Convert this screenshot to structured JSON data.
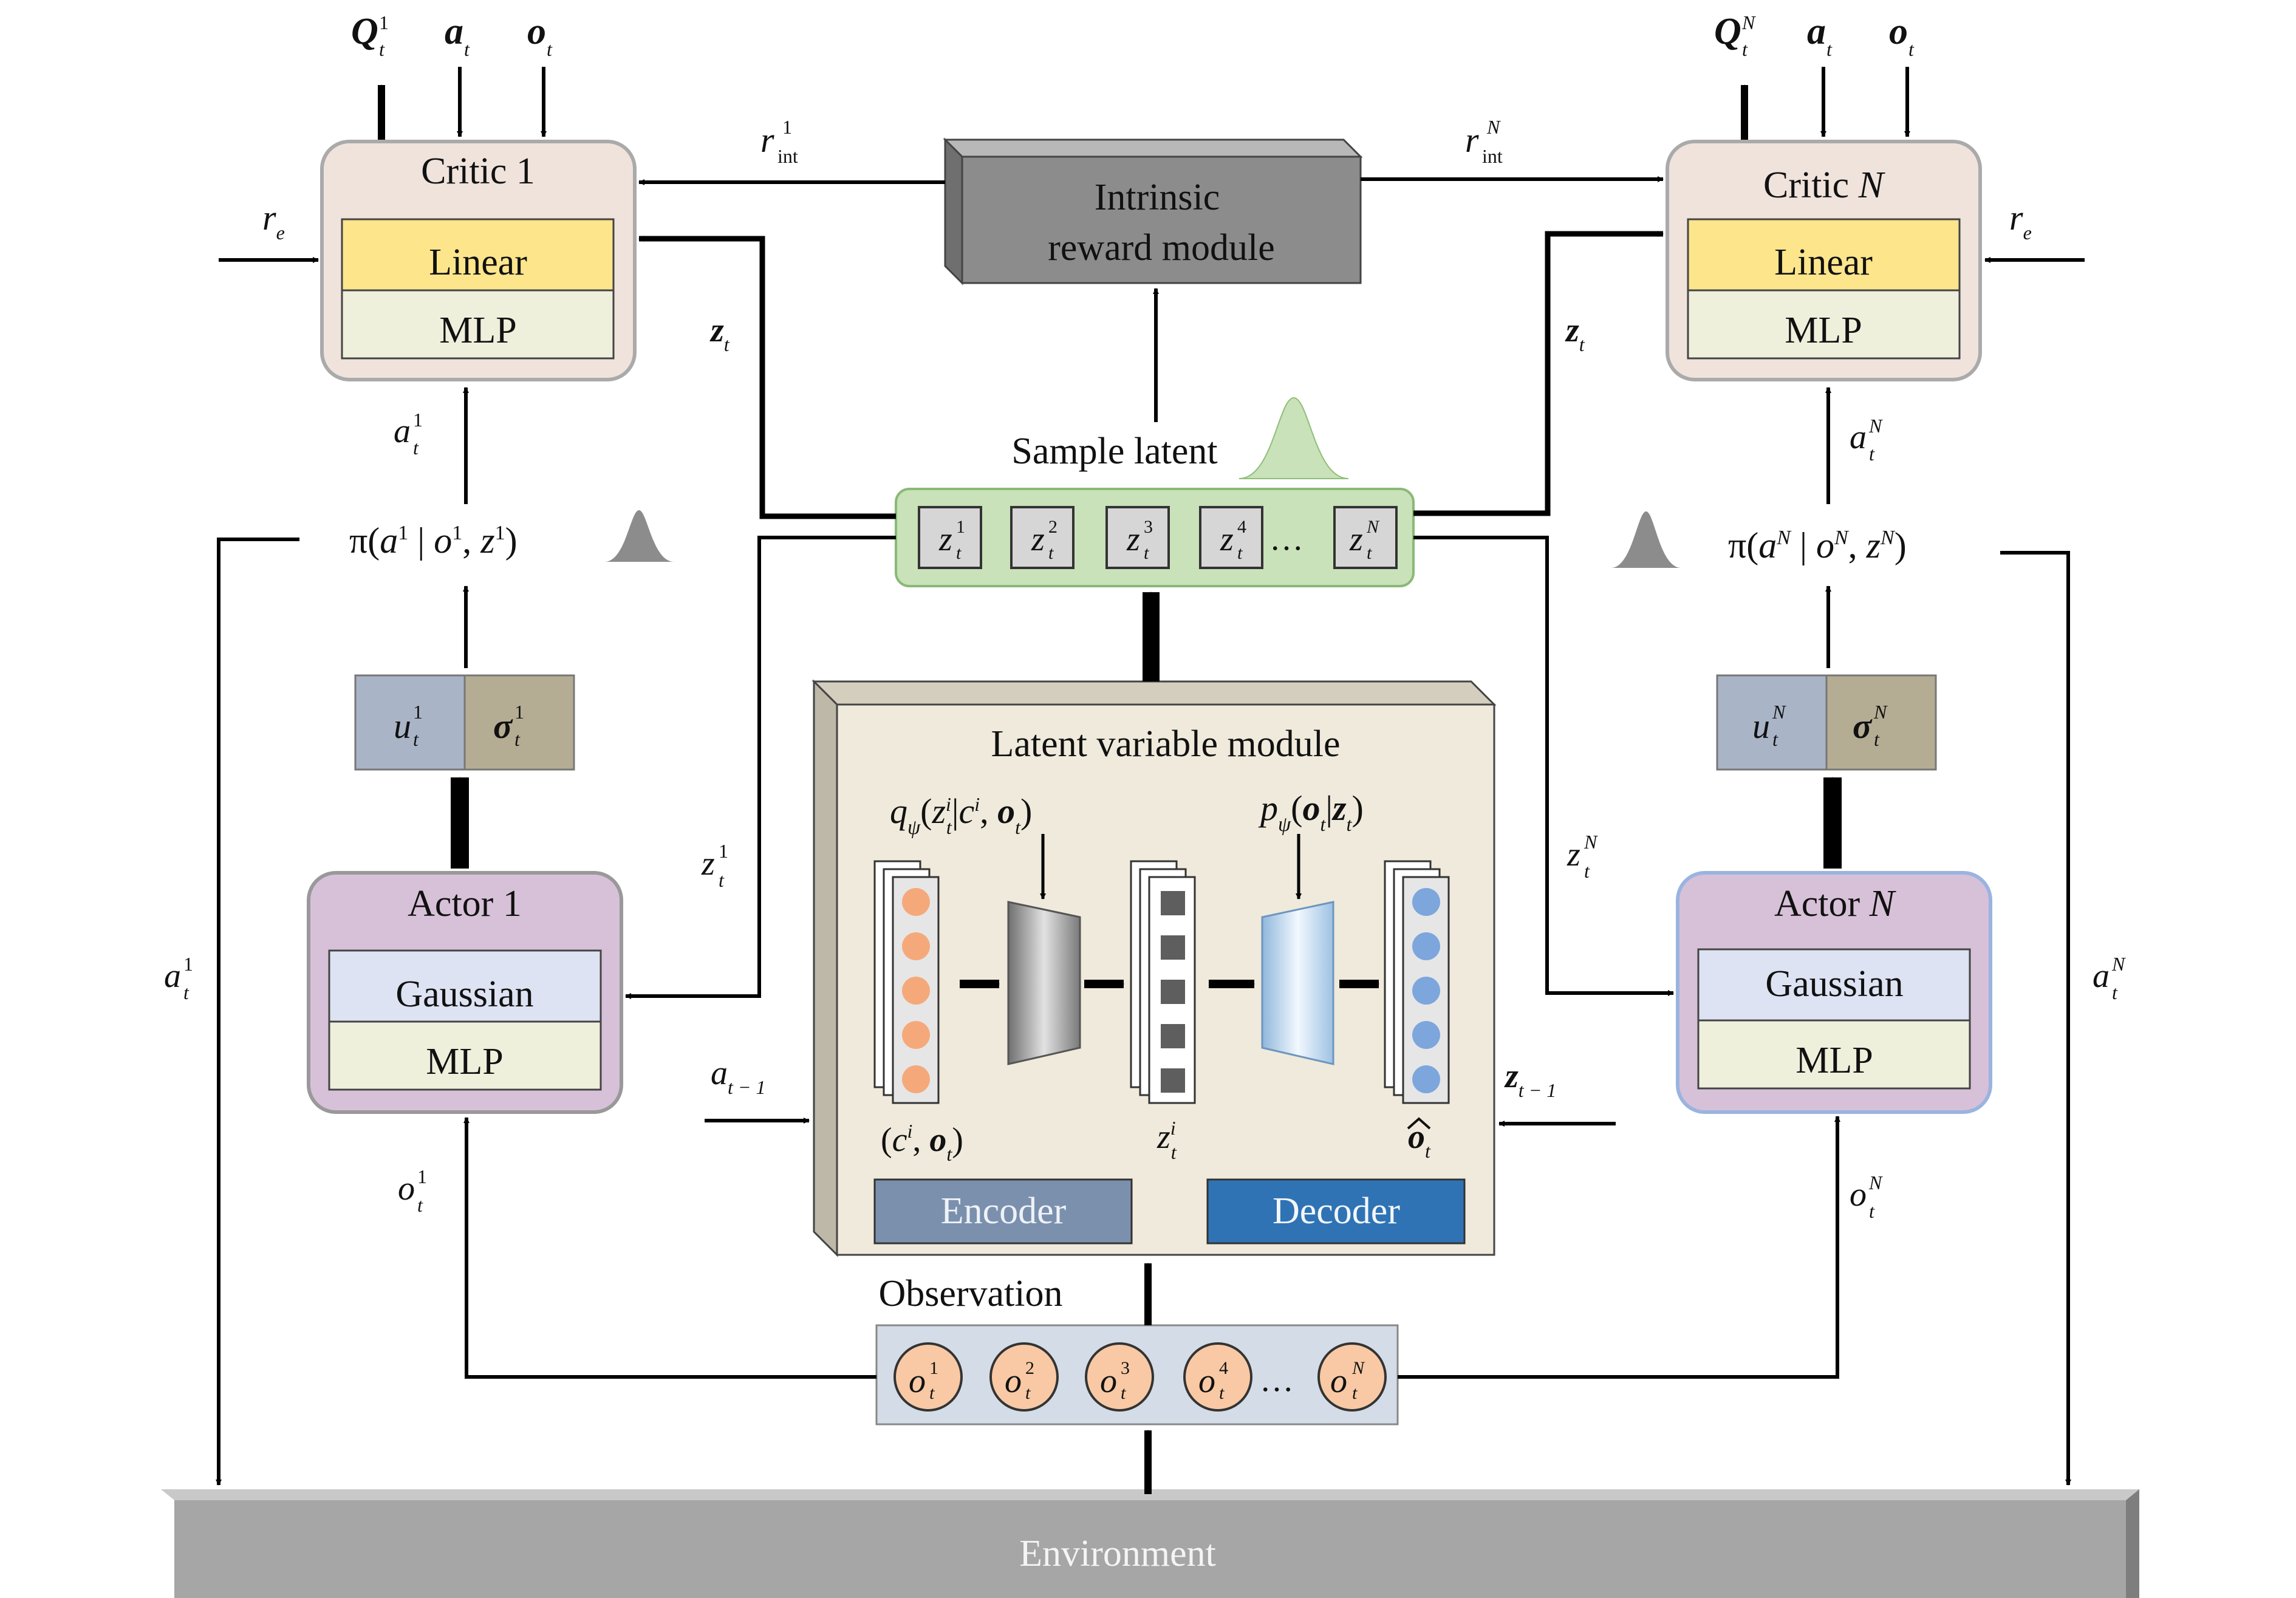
{
  "critic_left": {
    "title": "Critic 1",
    "linear": "Linear",
    "mlp": "MLP"
  },
  "critic_right": {
    "title": "Critic ",
    "title_n": "N",
    "linear": "Linear",
    "mlp": "MLP"
  },
  "intrinsic": {
    "line1": "Intrinsic",
    "line2": "reward module"
  },
  "sample_latent": {
    "label": "Sample latent",
    "ellipsis": "…"
  },
  "actor_left": {
    "title": "Actor 1",
    "gaussian": "Gaussian",
    "mlp": "MLP"
  },
  "actor_right": {
    "title": "Actor ",
    "title_n": "N",
    "gaussian": "Gaussian",
    "mlp": "MLP"
  },
  "latent_module": {
    "title": "Latent variable module",
    "encoder": "Encoder",
    "decoder": "Decoder"
  },
  "observation": {
    "label": "Observation",
    "ellipsis": "…"
  },
  "environment": {
    "label": "Environment"
  },
  "symbols": {
    "Q": "Q",
    "a": "a",
    "o": "o",
    "t": "t",
    "one": "1",
    "N": "N",
    "r": "r",
    "e": "e",
    "int": "int",
    "z": "z",
    "u": "u",
    "sigma": "σ",
    "pi": "π(",
    "bar": " | ",
    "comma": ", ",
    "close": ")",
    "q": "q",
    "p": "p",
    "psi": "ψ",
    "c": "c",
    "i": "i",
    "tminus1": "t − 1",
    "two": "2",
    "three": "3",
    "four": "4"
  },
  "colors": {
    "critic_bg": "#efe3dc",
    "linear": "#fde58c",
    "mlp": "#eef0dc",
    "actor_bg": "#d7c1d8",
    "gaussian": "#dde3f3",
    "intrinsic": "#8c8c8c",
    "latent_bar": "#c9e2b9",
    "module_bg": "#efeadb",
    "encoder": "#7b90ad",
    "decoder": "#2f73b4",
    "obs_bar": "#d4dce7",
    "obs_circle": "#f8c9a4",
    "u_box": "#a9b4c7",
    "sigma_box": "#b5ac94",
    "environment": "#a6a6a6"
  }
}
